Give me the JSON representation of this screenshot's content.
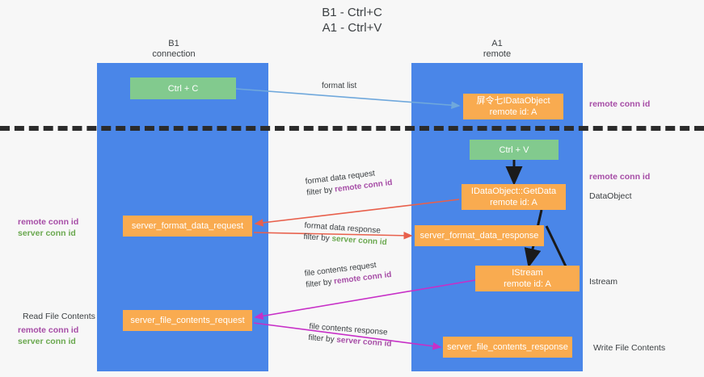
{
  "title": "B1 - Ctrl+C\nA1 - Ctrl+V",
  "columns": {
    "left": "B1\nconnection",
    "right": "A1\nremote"
  },
  "nodes": {
    "ctrl_c": "Ctrl + C",
    "idataobject": "屏令七IDataObject\nremote id: A",
    "ctrl_v": "Ctrl + V",
    "getdata": "IDataObject::GetData\nremote id: A",
    "server_format_data_request": "server_format_data_request",
    "server_format_data_response": "server_format_data_response",
    "istream": "IStream\nremote id: A",
    "server_file_contents_request": "server_file_contents_request",
    "server_file_contents_response": "server_file_contents_response"
  },
  "annotations": {
    "right_remote_conn_id_top": "remote conn id",
    "right_remote_conn_id_mid": "remote conn id",
    "dataobject": "DataObject",
    "istream": "Istream",
    "write_file_contents": "Write File Contents",
    "left_remote_conn_id": "remote conn id",
    "left_server_conn_id": "server conn id",
    "read_file_contents": "Read File Contents",
    "left_remote_conn_id_2": "remote conn id",
    "left_server_conn_id_2": "server conn id"
  },
  "edges": {
    "format_list": "format list",
    "format_data_request": "format data request",
    "format_data_request_filter_prefix": "filter by ",
    "format_data_request_filter_key": "remote conn id",
    "format_data_response": "format data response",
    "format_data_response_filter_prefix": "filter by ",
    "format_data_response_filter_key": "server conn id",
    "file_contents_request": "file contents request",
    "file_contents_request_filter_prefix": "filter by ",
    "file_contents_request_filter_key": "remote conn id",
    "file_contents_response": "file contents response",
    "file_contents_response_filter_prefix": "filter by ",
    "file_contents_response_filter_key": "server conn id"
  },
  "colors": {
    "lane": "#4a86e8",
    "green_node": "#82ca8e",
    "orange_node": "#f9ab50",
    "purple_text": "#a64ca6",
    "green_text": "#6aa84f",
    "divider": "#2b2b2b",
    "arrow_lightblue": "#6fa8dc",
    "arrow_red": "#e8604c",
    "arrow_magenta": "#c72fc7",
    "arrow_black": "#1a1a1a",
    "background": "#f7f7f7"
  }
}
